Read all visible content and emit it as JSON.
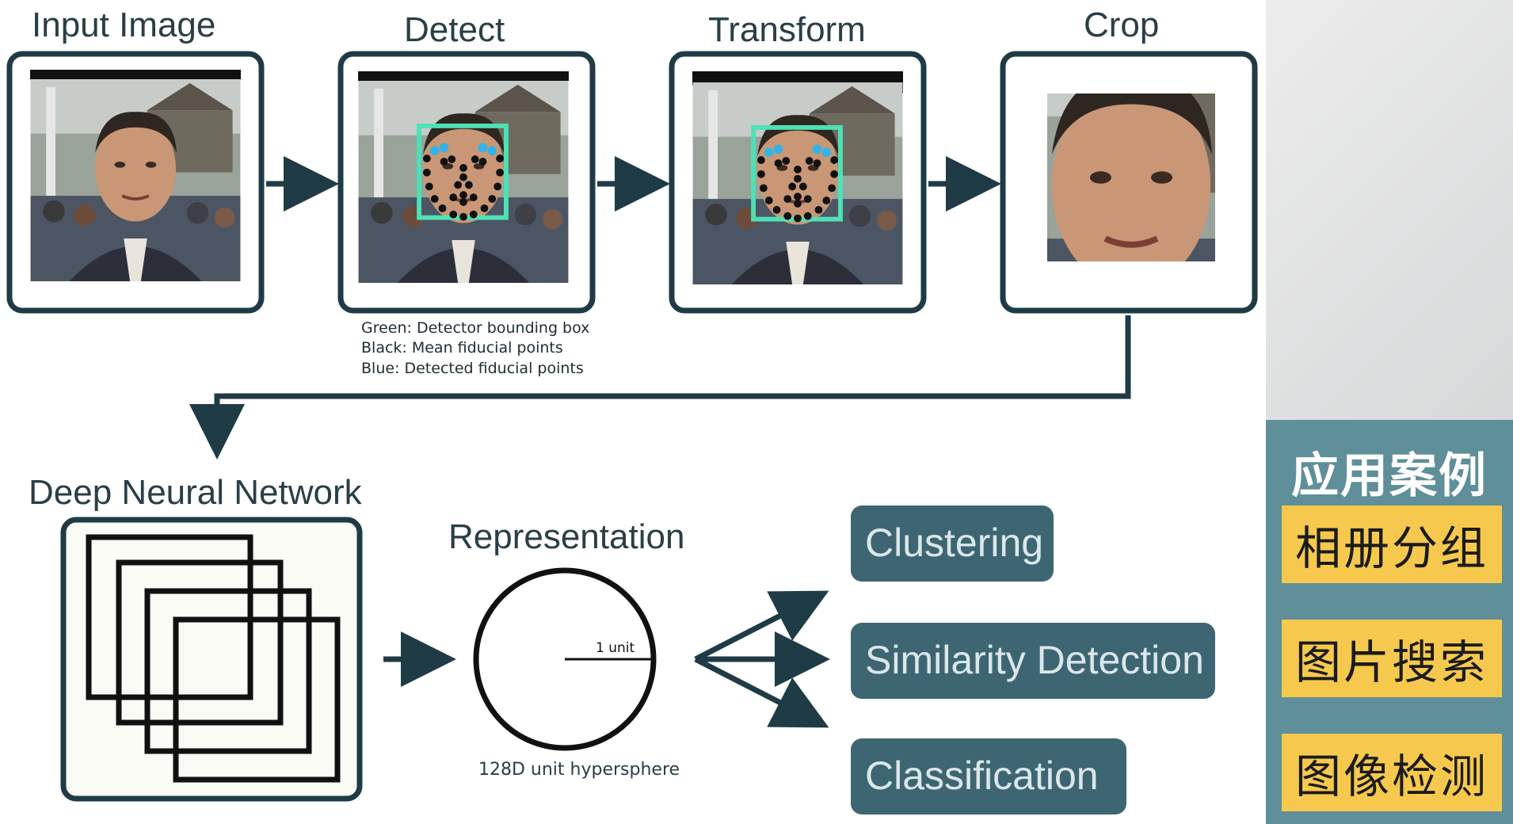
{
  "stages": {
    "input": {
      "title": "Input Image"
    },
    "detect": {
      "title": "Detect"
    },
    "transform": {
      "title": "Transform"
    },
    "crop": {
      "title": "Crop"
    }
  },
  "legend": [
    "Green: Detector bounding box",
    "Black: Mean fiducial points",
    "Blue: Detected fiducial points"
  ],
  "network": {
    "title": "Deep Neural Network"
  },
  "representation": {
    "title": "Representation",
    "radius_label": "1 unit",
    "caption": "128D unit hypersphere"
  },
  "outputs": [
    "Clustering",
    "Similarity Detection",
    "Classification"
  ],
  "side_panel": {
    "heading": "应用案例",
    "items": [
      "相册分组",
      "图片搜索",
      "图像检测"
    ]
  },
  "colors": {
    "frame": "#1f3b45",
    "output_box": "#3d6672",
    "side_panel": "#5f8f98",
    "side_item": "#f6c94e",
    "bbox_green": "#4fe0b4",
    "fiducial_blue": "#33b3e6"
  }
}
